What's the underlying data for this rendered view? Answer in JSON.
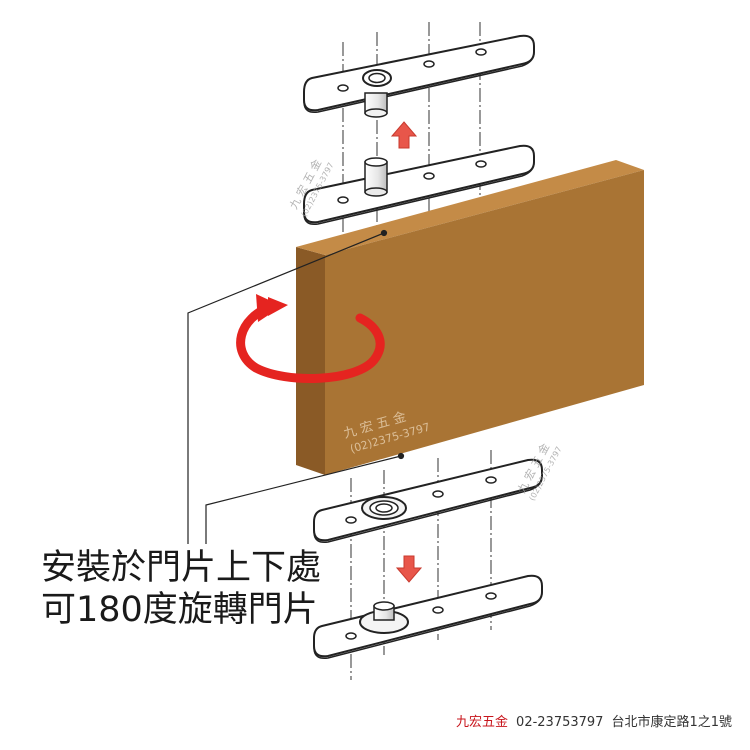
{
  "caption": {
    "line1": "安裝於門片上下處",
    "line2": "可180度旋轉門片"
  },
  "watermark": {
    "brand": "九 宏 五 金",
    "phone": "(02)2375-3797"
  },
  "footer": {
    "brand": "九宏五金",
    "phone": "02-23753797",
    "address": "台北市康定路1之1號"
  },
  "colors": {
    "door_front": "#a97434",
    "door_side": "#8a5a26",
    "door_top": "#c48b47",
    "arrow_red": "#e52420",
    "up_arrow": "#e8564a",
    "brand_red": "#c8161d",
    "line": "#222222"
  },
  "icons": {
    "rotate": "rotate-arrow-icon",
    "up": "up-arrow-icon",
    "down": "down-arrow-icon"
  }
}
